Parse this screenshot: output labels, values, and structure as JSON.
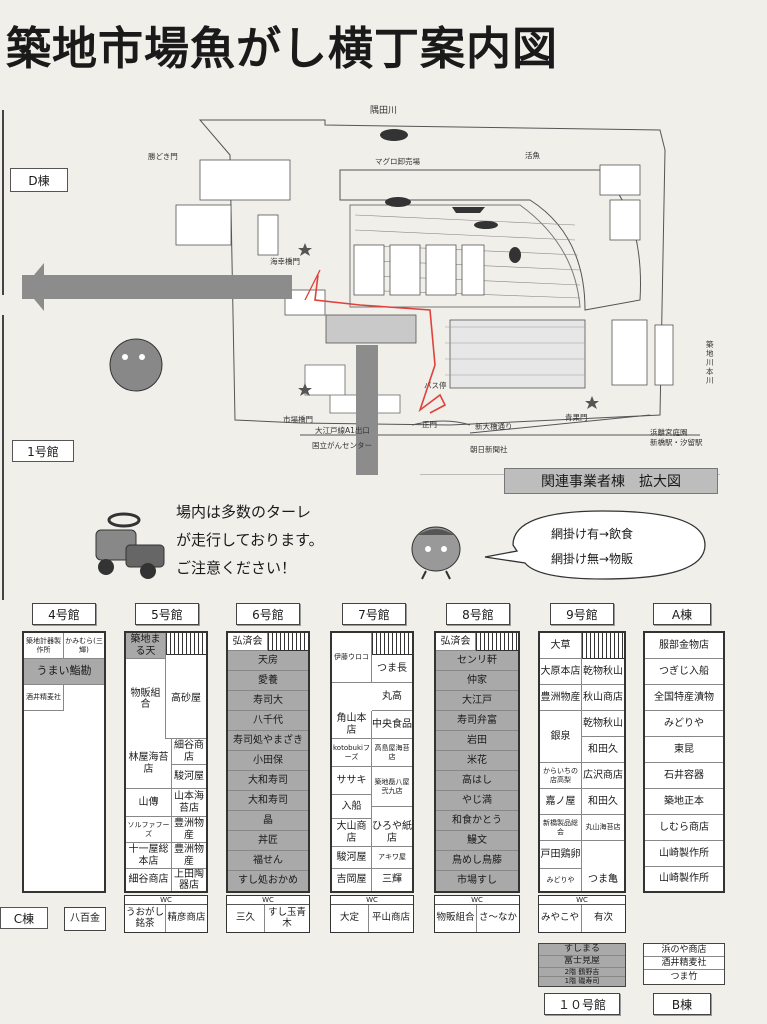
{
  "title": "築地市場魚がし横丁案内図",
  "side_labels": {
    "d": "D棟",
    "b1": "1号館",
    "c": "C棟"
  },
  "map": {
    "river": "隅田川",
    "places": {
      "kachidoki": "勝どき門",
      "tuna": "マグロ卸売場",
      "live": "活魚",
      "kaikou": "海幸橋門",
      "shijo": "市場橋門",
      "ishikawa": "大江戸線A1出口",
      "cancer": "国立がんセンター",
      "seimon": "正門",
      "bus": "バス停",
      "shin_ohashi": "新大橋通り",
      "asahi": "朝日新聞社",
      "aomono": "青果門",
      "hamarikyu": "浜離宮庭園",
      "shinbashi": "新橋駅・汐留駅",
      "tsukiji_river": "築地川本川"
    }
  },
  "annex_title": "関連事業者棟　拡大図",
  "notice": [
    "場内は多数のターレ",
    "が走行しております。",
    "ご注意ください！"
  ],
  "bubble": [
    "網掛け有→飲食",
    "網掛け無→物販"
  ],
  "wc_label": "WC",
  "buildings": {
    "b4": {
      "tab": "4号館",
      "rows": [
        "築地計器製作所",
        "かみむら(三輝)",
        "うまい鮨勘",
        "酒井精麦社"
      ],
      "bottom": "八百金"
    },
    "b5": {
      "tab": "5号館",
      "rows": [
        "築地まる天",
        "物販組合",
        "高砂屋",
        "林屋海苔店",
        "細谷商店",
        "駿河屋",
        "山傳",
        "山本海苔店",
        "ソルファフーズ",
        "豊洲物産",
        "十一屋総本店",
        "豊洲物産",
        "細谷商店",
        "上田陶器店"
      ],
      "bottom": [
        "うおがし銘茶",
        "精彦商店"
      ]
    },
    "b6": {
      "tab": "6号館",
      "rows": [
        "弘済会",
        "天房",
        "愛養",
        "寿司大",
        "八千代",
        "寿司処やまざき",
        "小田保",
        "大和寿司",
        "大和寿司",
        "晶",
        "丼匠",
        "福せん",
        "すし処おかめ"
      ],
      "bottom": [
        "三久",
        "すし玉青木"
      ]
    },
    "b7": {
      "tab": "7号館",
      "rows": [
        "伊藤ウロコ",
        "つま長",
        "丸高",
        "角山本店",
        "中央食品",
        "kotobukiフーズ",
        "高島屋海苔店",
        "ササキ",
        "築地磊八屋弐九店",
        "入船",
        "大山商店",
        "ひろや紙店",
        "駿河屋",
        "アキワ屋",
        "吉岡屋",
        "三輝"
      ],
      "bottom": [
        "大定",
        "平山商店"
      ]
    },
    "b8": {
      "tab": "8号館",
      "rows": [
        "弘済会",
        "センリ軒",
        "仲家",
        "大江戸",
        "寿司弁富",
        "岩田",
        "米花",
        "高はし",
        "やじ満",
        "和食かとう",
        "鰻文",
        "鳥めし鳥藤",
        "市場すし"
      ],
      "bottom": [
        "物販組合",
        "さ〜なか"
      ]
    },
    "b9": {
      "tab": "9号館",
      "rows": [
        "大草",
        "大原本店",
        "乾物秋山",
        "豊洲物産",
        "秋山商店",
        "銀泉",
        "乾物秋山",
        "和田久",
        "からいちの店高梨",
        "広沢商店",
        "嘉ノ屋",
        "和田久",
        "新橋製品総会",
        "丸山海苔店",
        "戸田鶏卵",
        "みどりや",
        "つま亀"
      ],
      "bottom": [
        "みやこや",
        "有次"
      ]
    },
    "a": {
      "tab": "A棟",
      "rows": [
        "服部金物店",
        "つぎじ入船",
        "全国特産漬物",
        "みどりや",
        "東昆",
        "石井容器",
        "築地正本",
        "しむら商店",
        "山崎製作所",
        "山崎製作所"
      ]
    },
    "b10": {
      "tab": "１０号館",
      "rows": [
        "すしまる",
        "富士見屋",
        "2階 鶴野吉",
        "1階 磯寿司"
      ]
    },
    "bb": {
      "tab": "B棟",
      "rows": [
        "浜のや商店",
        "酒井精麦社",
        "つま竹"
      ]
    }
  },
  "colors": {
    "shade": "#a9a9a9",
    "arrow": "#8c8c8c",
    "route": "#e0413b"
  }
}
